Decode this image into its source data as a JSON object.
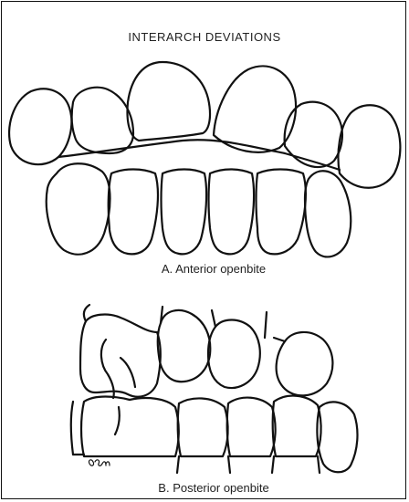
{
  "title": "INTERARCH DEVIATIONS",
  "figure_a": {
    "caption": "A. Anterior openbite"
  },
  "figure_b": {
    "caption": "B. Posterior openbite",
    "signature": "Ogm"
  }
}
